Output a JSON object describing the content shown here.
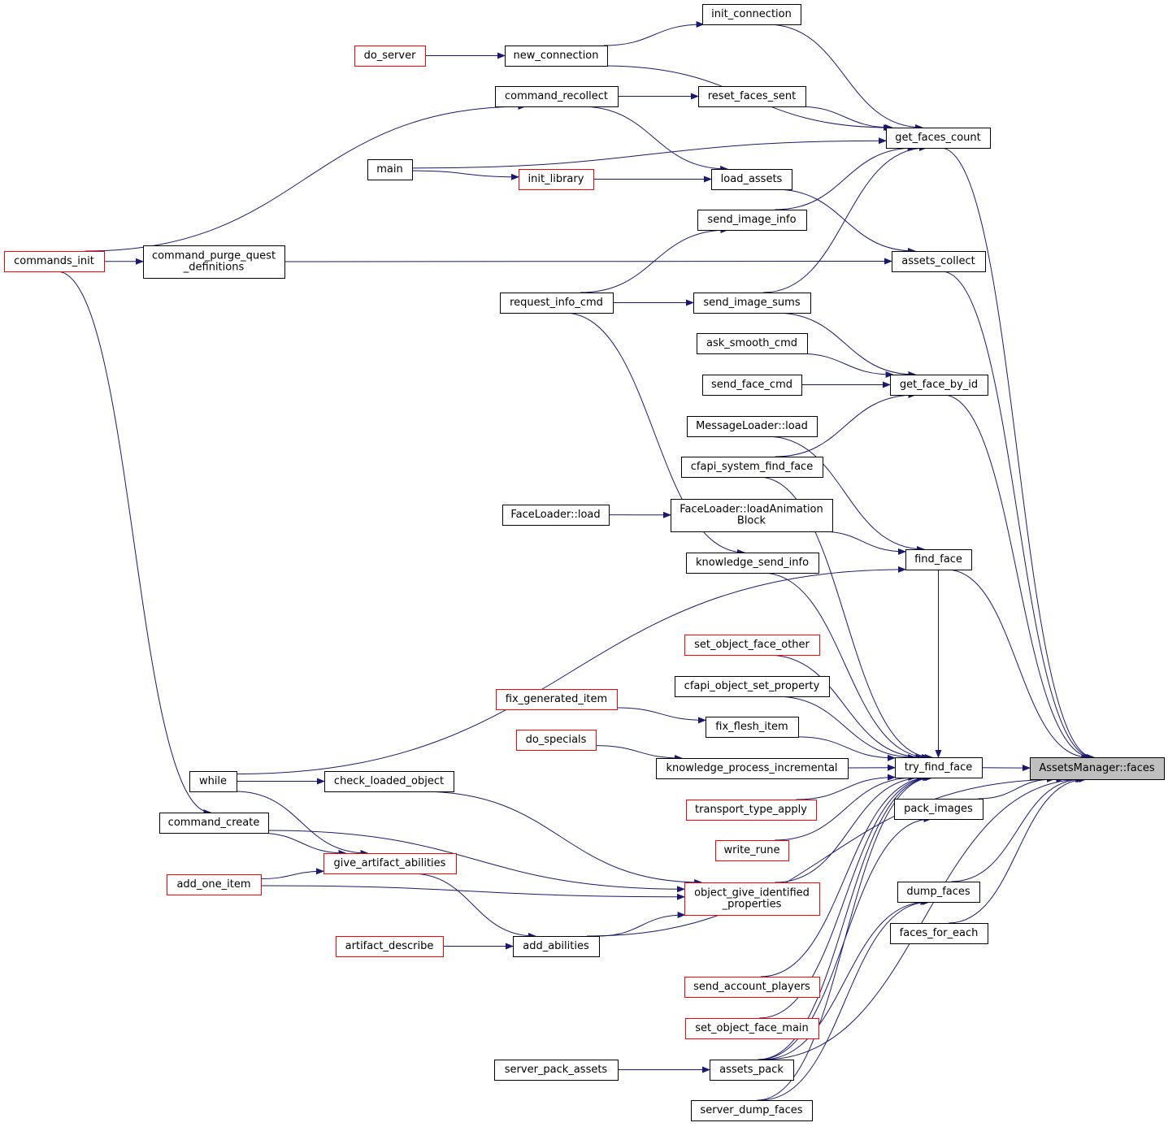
{
  "diagram": {
    "title": "",
    "colors": {
      "edge": "#191970",
      "border_normal": "#000000",
      "border_truncated": "#ff0000",
      "focus_fill": "#bfbfbf"
    },
    "nodes": [
      {
        "id": "faces",
        "lines": [
          "AssetsManager::faces"
        ],
        "style": "focus"
      },
      {
        "id": "get_faces_count",
        "lines": [
          "get_faces_count"
        ],
        "style": "normal"
      },
      {
        "id": "assets_collect",
        "lines": [
          "assets_collect"
        ],
        "style": "normal"
      },
      {
        "id": "get_face_by_id",
        "lines": [
          "get_face_by_id"
        ],
        "style": "normal"
      },
      {
        "id": "find_face",
        "lines": [
          "find_face"
        ],
        "style": "normal"
      },
      {
        "id": "try_find_face",
        "lines": [
          "try_find_face"
        ],
        "style": "normal"
      },
      {
        "id": "pack_images",
        "lines": [
          "pack_images"
        ],
        "style": "normal"
      },
      {
        "id": "dump_faces",
        "lines": [
          "dump_faces"
        ],
        "style": "normal"
      },
      {
        "id": "faces_for_each",
        "lines": [
          "faces_for_each"
        ],
        "style": "normal"
      },
      {
        "id": "init_connection",
        "lines": [
          "init_connection"
        ],
        "style": "normal"
      },
      {
        "id": "new_connection",
        "lines": [
          "new_connection"
        ],
        "style": "normal"
      },
      {
        "id": "do_server",
        "lines": [
          "do_server"
        ],
        "style": "red"
      },
      {
        "id": "command_recollect",
        "lines": [
          "command_recollect"
        ],
        "style": "normal"
      },
      {
        "id": "reset_faces_sent",
        "lines": [
          "reset_faces_sent"
        ],
        "style": "normal"
      },
      {
        "id": "main",
        "lines": [
          "main"
        ],
        "style": "normal"
      },
      {
        "id": "init_library",
        "lines": [
          "init_library"
        ],
        "style": "red"
      },
      {
        "id": "load_assets",
        "lines": [
          "load_assets"
        ],
        "style": "normal"
      },
      {
        "id": "send_image_info",
        "lines": [
          "send_image_info"
        ],
        "style": "normal"
      },
      {
        "id": "commands_init",
        "lines": [
          "commands_init"
        ],
        "style": "red"
      },
      {
        "id": "command_purge",
        "lines": [
          "command_purge_quest",
          "_definitions"
        ],
        "style": "normal"
      },
      {
        "id": "request_info_cmd",
        "lines": [
          "request_info_cmd"
        ],
        "style": "normal"
      },
      {
        "id": "send_image_sums",
        "lines": [
          "send_image_sums"
        ],
        "style": "normal"
      },
      {
        "id": "ask_smooth_cmd",
        "lines": [
          "ask_smooth_cmd"
        ],
        "style": "normal"
      },
      {
        "id": "send_face_cmd",
        "lines": [
          "send_face_cmd"
        ],
        "style": "normal"
      },
      {
        "id": "messageloader_load",
        "lines": [
          "MessageLoader::load"
        ],
        "style": "normal"
      },
      {
        "id": "cfapi_system_find_face",
        "lines": [
          "cfapi_system_find_face"
        ],
        "style": "normal"
      },
      {
        "id": "faceloader_load",
        "lines": [
          "FaceLoader::load"
        ],
        "style": "normal"
      },
      {
        "id": "faceloader_loadanim",
        "lines": [
          "FaceLoader::loadAnimation",
          "Block"
        ],
        "style": "normal"
      },
      {
        "id": "knowledge_send_info",
        "lines": [
          "knowledge_send_info"
        ],
        "style": "normal"
      },
      {
        "id": "set_object_face_other",
        "lines": [
          "set_object_face_other"
        ],
        "style": "red"
      },
      {
        "id": "cfapi_object_set_property",
        "lines": [
          "cfapi_object_set_property"
        ],
        "style": "normal"
      },
      {
        "id": "fix_generated_item",
        "lines": [
          "fix_generated_item"
        ],
        "style": "red"
      },
      {
        "id": "fix_flesh_item",
        "lines": [
          "fix_flesh_item"
        ],
        "style": "normal"
      },
      {
        "id": "do_specials",
        "lines": [
          "do_specials"
        ],
        "style": "red"
      },
      {
        "id": "knowledge_process_incremental",
        "lines": [
          "knowledge_process_incremental"
        ],
        "style": "normal"
      },
      {
        "id": "while",
        "lines": [
          "while"
        ],
        "style": "normal"
      },
      {
        "id": "check_loaded_object",
        "lines": [
          "check_loaded_object"
        ],
        "style": "normal"
      },
      {
        "id": "transport_type_apply",
        "lines": [
          "transport_type_apply"
        ],
        "style": "red"
      },
      {
        "id": "command_create",
        "lines": [
          "command_create"
        ],
        "style": "normal"
      },
      {
        "id": "write_rune",
        "lines": [
          "write_rune"
        ],
        "style": "red"
      },
      {
        "id": "give_artifact_abilities",
        "lines": [
          "give_artifact_abilities"
        ],
        "style": "red"
      },
      {
        "id": "add_one_item",
        "lines": [
          "add_one_item"
        ],
        "style": "red"
      },
      {
        "id": "object_give_identified",
        "lines": [
          "object_give_identified",
          "_properties"
        ],
        "style": "red"
      },
      {
        "id": "artifact_describe",
        "lines": [
          "artifact_describe"
        ],
        "style": "red"
      },
      {
        "id": "add_abilities",
        "lines": [
          "add_abilities"
        ],
        "style": "normal"
      },
      {
        "id": "send_account_players",
        "lines": [
          "send_account_players"
        ],
        "style": "red"
      },
      {
        "id": "set_object_face_main",
        "lines": [
          "set_object_face_main"
        ],
        "style": "red"
      },
      {
        "id": "server_pack_assets",
        "lines": [
          "server_pack_assets"
        ],
        "style": "normal"
      },
      {
        "id": "assets_pack",
        "lines": [
          "assets_pack"
        ],
        "style": "normal"
      },
      {
        "id": "server_dump_faces",
        "lines": [
          "server_dump_faces"
        ],
        "style": "normal"
      }
    ],
    "edges": [
      {
        "from": "get_faces_count",
        "to": "faces"
      },
      {
        "from": "assets_collect",
        "to": "faces"
      },
      {
        "from": "get_face_by_id",
        "to": "faces"
      },
      {
        "from": "find_face",
        "to": "faces"
      },
      {
        "from": "try_find_face",
        "to": "faces"
      },
      {
        "from": "pack_images",
        "to": "faces"
      },
      {
        "from": "dump_faces",
        "to": "faces"
      },
      {
        "from": "faces_for_each",
        "to": "faces"
      },
      {
        "from": "add_abilities",
        "to": "faces"
      },
      {
        "from": "init_connection",
        "to": "get_faces_count"
      },
      {
        "from": "new_connection",
        "to": "get_faces_count"
      },
      {
        "from": "reset_faces_sent",
        "to": "get_faces_count"
      },
      {
        "from": "main",
        "to": "get_faces_count"
      },
      {
        "from": "send_image_info",
        "to": "get_faces_count"
      },
      {
        "from": "send_image_sums",
        "to": "get_faces_count"
      },
      {
        "from": "new_connection",
        "to": "init_connection"
      },
      {
        "from": "do_server",
        "to": "new_connection"
      },
      {
        "from": "command_recollect",
        "to": "reset_faces_sent"
      },
      {
        "from": "command_recollect",
        "to": "load_assets"
      },
      {
        "from": "commands_init",
        "to": "command_recollect"
      },
      {
        "from": "main",
        "to": "init_library"
      },
      {
        "from": "init_library",
        "to": "load_assets"
      },
      {
        "from": "load_assets",
        "to": "assets_collect"
      },
      {
        "from": "command_purge",
        "to": "assets_collect"
      },
      {
        "from": "commands_init",
        "to": "command_purge"
      },
      {
        "from": "commands_init",
        "to": "command_create"
      },
      {
        "from": "request_info_cmd",
        "to": "send_image_info"
      },
      {
        "from": "request_info_cmd",
        "to": "send_image_sums"
      },
      {
        "from": "request_info_cmd",
        "to": "knowledge_send_info"
      },
      {
        "from": "send_image_sums",
        "to": "get_face_by_id"
      },
      {
        "from": "ask_smooth_cmd",
        "to": "get_face_by_id"
      },
      {
        "from": "send_face_cmd",
        "to": "get_face_by_id"
      },
      {
        "from": "cfapi_system_find_face",
        "to": "get_face_by_id"
      },
      {
        "from": "messageloader_load",
        "to": "find_face"
      },
      {
        "from": "faceloader_loadanim",
        "to": "find_face"
      },
      {
        "from": "while",
        "to": "find_face"
      },
      {
        "from": "faceloader_load",
        "to": "faceloader_loadanim"
      },
      {
        "from": "find_face",
        "to": "try_find_face"
      },
      {
        "from": "cfapi_system_find_face",
        "to": "try_find_face"
      },
      {
        "from": "knowledge_send_info",
        "to": "try_find_face"
      },
      {
        "from": "set_object_face_other",
        "to": "try_find_face"
      },
      {
        "from": "cfapi_object_set_property",
        "to": "try_find_face"
      },
      {
        "from": "fix_flesh_item",
        "to": "try_find_face"
      },
      {
        "from": "knowledge_process_incremental",
        "to": "try_find_face"
      },
      {
        "from": "transport_type_apply",
        "to": "try_find_face"
      },
      {
        "from": "write_rune",
        "to": "try_find_face"
      },
      {
        "from": "object_give_identified",
        "to": "try_find_face"
      },
      {
        "from": "send_account_players",
        "to": "try_find_face"
      },
      {
        "from": "set_object_face_main",
        "to": "try_find_face"
      },
      {
        "from": "assets_pack",
        "to": "try_find_face"
      },
      {
        "from": "server_dump_faces",
        "to": "try_find_face"
      },
      {
        "from": "fix_generated_item",
        "to": "fix_flesh_item"
      },
      {
        "from": "do_specials",
        "to": "knowledge_process_incremental"
      },
      {
        "from": "while",
        "to": "check_loaded_object"
      },
      {
        "from": "while",
        "to": "give_artifact_abilities"
      },
      {
        "from": "check_loaded_object",
        "to": "object_give_identified"
      },
      {
        "from": "command_create",
        "to": "give_artifact_abilities"
      },
      {
        "from": "command_create",
        "to": "object_give_identified"
      },
      {
        "from": "add_one_item",
        "to": "give_artifact_abilities"
      },
      {
        "from": "add_one_item",
        "to": "object_give_identified"
      },
      {
        "from": "give_artifact_abilities",
        "to": "add_abilities"
      },
      {
        "from": "artifact_describe",
        "to": "add_abilities"
      },
      {
        "from": "add_abilities",
        "to": "object_give_identified"
      },
      {
        "from": "assets_pack",
        "to": "pack_images"
      },
      {
        "from": "server_pack_assets",
        "to": "assets_pack"
      },
      {
        "from": "assets_pack",
        "to": "dump_faces"
      },
      {
        "from": "assets_pack",
        "to": "faces"
      },
      {
        "from": "server_dump_faces",
        "to": "dump_faces"
      }
    ]
  }
}
